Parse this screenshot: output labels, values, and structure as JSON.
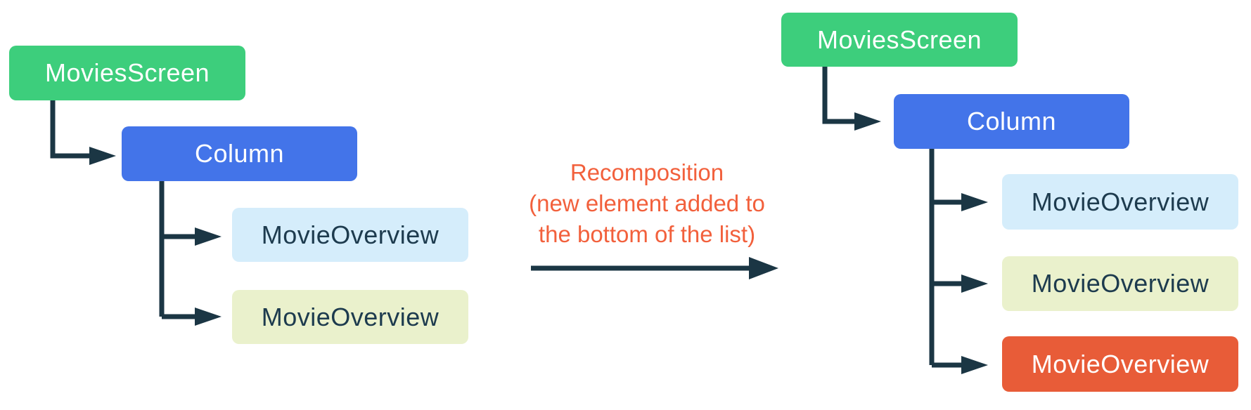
{
  "diagram": {
    "title_hint": "Compose recomposition tree diagram",
    "left_tree": {
      "root_label": "MoviesScreen",
      "column_label": "Column",
      "leaf1_label": "MovieOverview",
      "leaf2_label": "MovieOverview"
    },
    "right_tree": {
      "root_label": "MoviesScreen",
      "column_label": "Column",
      "leaf1_label": "MovieOverview",
      "leaf2_label": "MovieOverview",
      "leaf3_label": "MovieOverview"
    },
    "annotation": {
      "line1": "Recomposition",
      "line2": "(new element added to",
      "line3": "the bottom of the list)"
    },
    "colors": {
      "root_green": "#3DCE7C",
      "column_blue": "#4374E9",
      "leaf_light_blue": "#D5EDFB",
      "leaf_light_yellow_green": "#EAF1CC",
      "new_leaf_orange": "#E85C38",
      "annotation_orange": "#F2603C",
      "connector_dark_navy": "#1B3644",
      "leaf_text_dark": "#1D3B4E",
      "background": "#FFFFFF"
    }
  }
}
